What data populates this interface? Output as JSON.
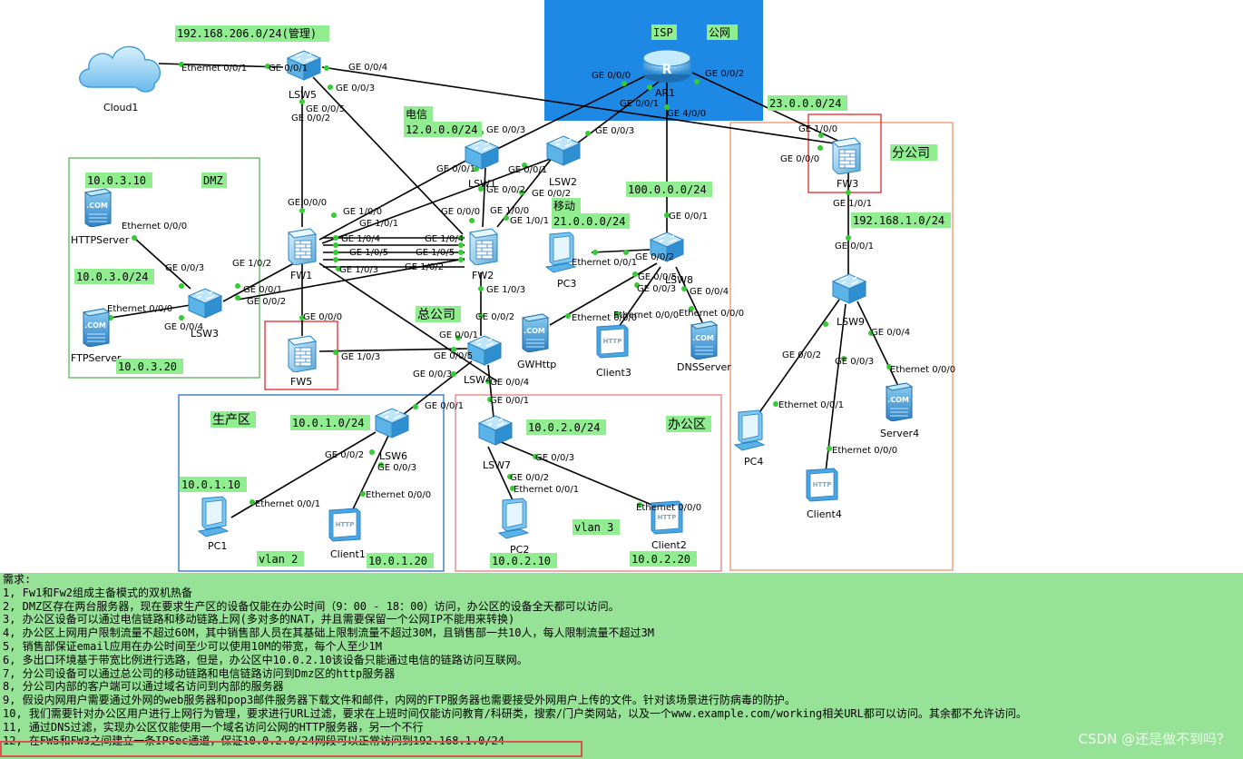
{
  "zones": {
    "isp": "ISP",
    "public_net": "公网",
    "dmz": "DMZ",
    "branch": "分公司",
    "hq": "总公司",
    "production": "生产区",
    "office": "办公区",
    "telecom": "电信",
    "mobile": "移动",
    "vlan2": "vlan 2",
    "vlan3": "vlan 3"
  },
  "nets": {
    "mgmt": "192.168.206.0/24(管理)",
    "telecom": "12.0.0.0/24",
    "mobile": "21.0.0.0/24",
    "isp_lan": "100.0.0.0/24",
    "branch_wan": "23.0.0.0/24",
    "branch_lan": "192.168.1.0/24",
    "dmz_server_ip": "10.0.3.10",
    "dmz_net": "10.0.3.0/24",
    "dmz_ftp_ip": "10.0.3.20",
    "prod_net": "10.0.1.0/24",
    "pc1_ip": "10.0.1.10",
    "client1_ip": "10.0.1.20",
    "office_net": "10.0.2.0/24",
    "pc2_ip": "10.0.2.10",
    "client2_ip": "10.0.2.20"
  },
  "devices": {
    "cloud1": "Cloud1",
    "lsw5": "LSW5",
    "ar1": "AR1",
    "lsw1": "LSW1",
    "lsw2": "LSW2",
    "fw1": "FW1",
    "fw2": "FW2",
    "fw3": "FW3",
    "fw5": "FW5",
    "lsw3": "LSW3",
    "lsw4": "LSW4",
    "lsw6": "LSW6",
    "lsw7": "LSW7",
    "lsw8": "LSW8",
    "lsw9": "LSW9",
    "http_server": "HTTPServer",
    "ftp_server": "FTPServer",
    "pc1": "PC1",
    "pc2": "PC2",
    "pc3": "PC3",
    "pc4": "PC4",
    "client1": "Client1",
    "client2": "Client2",
    "client3": "Client3",
    "client4": "Client4",
    "gwhttp": "GWHttp",
    "dns_server": "DNSServer",
    "server4": "Server4"
  },
  "ports": {
    "cloud_e001": "Ethernet 0/0/1",
    "lsw5_ge001": "GE 0/0/1",
    "lsw5_ge004": "GE 0/0/4",
    "lsw5_ge003": "GE 0/0/3",
    "lsw5_ge005": "GE 0/0/5",
    "lsw5_ge002": "GE 0/0/2",
    "ar1_ge000": "GE 0/0/0",
    "ar1_ge001": "GE 0/0/1",
    "ar1_ge002": "GE 0/0/2",
    "ar1_ge400": "GE 4/0/0",
    "fw3_ge100": "GE 1/0/0",
    "fw3_ge000": "GE 0/0/0",
    "fw3_ge101": "GE 1/0/1",
    "lsw1_ge003": "GE 0/0/3",
    "lsw1_ge001": "GE 0/0/1",
    "lsw1_ge002": "GE 0/0/2",
    "lsw2_ge003": "GE 0/0/3",
    "lsw2_ge001": "GE 0/0/1",
    "lsw2_ge002": "GE 0/0/2",
    "fw1_ge000": "GE 0/0/0",
    "fw1_ge100": "GE 1/0/0",
    "fw1_ge101": "GE 1/0/1",
    "fw1_ge104": "GE 1/0/4",
    "fw1_ge105": "GE 1/0/5",
    "fw1_ge102": "GE 1/0/2",
    "fw1_ge103": "GE 1/0/3",
    "fw2_ge000": "GE 0/0/0",
    "fw2_ge100": "GE 1/0/0",
    "fw2_ge101": "GE 1/0/1",
    "fw2_ge104": "GE 1/0/4",
    "fw2_ge105": "GE 1/0/5",
    "fw2_ge102": "GE 1/0/2",
    "fw2_ge103": "GE 1/0/3",
    "http_e000": "Ethernet 0/0/0",
    "lsw3_ge003": "GE 0/0/3",
    "lsw3_ge001": "GE 0/0/1",
    "lsw3_ge002": "GE 0/0/2",
    "lsw3_ge004": "GE 0/0/4",
    "ftp_e000": "Ethernet 0/0/0",
    "fw5_ge000": "GE 0/0/0",
    "fw5_ge103": "GE 1/0/3",
    "lsw4_ge002": "GE 0/0/2",
    "lsw4_ge001": "GE 0/0/1",
    "lsw4_ge005": "GE 0/0/5",
    "lsw4_ge003": "GE 0/0/3",
    "lsw4_ge004": "GE 0/0/4",
    "lsw6_ge001": "GE 0/0/1",
    "lsw6_ge002": "GE 0/0/2",
    "lsw6_ge003": "GE 0/0/3",
    "pc1_e001": "Ethernet 0/0/1",
    "client1_e000": "Ethernet 0/0/0",
    "lsw7_ge001": "GE 0/0/1",
    "lsw7_ge002": "GE 0/0/2",
    "lsw7_ge003": "GE 0/0/3",
    "pc2_e001": "Ethernet 0/0/1",
    "client2_e000": "Ethernet 0/0/0",
    "lsw8_ge001": "GE 0/0/1",
    "lsw8_ge002": "GE 0/0/2",
    "lsw8_ge005": "GE 0/0/5",
    "lsw8_ge003": "GE 0/0/3",
    "lsw8_ge004": "GE 0/0/4",
    "pc3_e001": "Ethernet 0/0/1",
    "gw_e000": "Ethernet 0/0/0",
    "client3_e000": "Ethernet 0/0/0",
    "dns_e000": "Ethernet 0/0/0",
    "lsw9_ge001": "GE 0/0/1",
    "lsw9_ge002": "GE 0/0/2",
    "lsw9_ge003": "GE 0/0/3",
    "lsw9_ge004": "GE 0/0/4",
    "pc4_e001": "Ethernet 0/0/1",
    "client4_e000": "Ethernet 0/0/0",
    "server4_e000": "Ethernet 0/0/0"
  },
  "requirements": [
    "需求:",
    "1, Fw1和Fw2组成主备模式的双机热备",
    "2, DMZ区存在两台服务器，现在要求生产区的设备仅能在办公时间（9：00 - 18：00）访问，办公区的设备全天都可以访问。",
    "3, 办公区设备可以通过电信链路和移动链路上网(多对多的NAT，并且需要保留一个公网IP不能用来转换)",
    "4, 办公区上网用户限制流量不超过60M，其中销售部人员在其基础上限制流量不超过30M，且销售部一共10人，每人限制流量不超过3M",
    "5, 销售部保证email应用在办公时间至少可以使用10M的带宽，每个人至少1M",
    "6, 多出口环境基于带宽比例进行选路，但是，办公区中10.0.2.10该设备只能通过电信的链路访问互联网。",
    "7, 分公司设备可以通过总公司的移动链路和电信链路访问到Dmz区的http服务器",
    "8, 分公司内部的客户端可以通过域名访问到内部的服务器",
    "9, 假设内网用户需要通过外网的web服务器和pop3邮件服务器下载文件和邮件，内网的FTP服务器也需要接受外网用户上传的文件。针对该场景进行防病毒的防护。",
    "10, 我们需要针对办公区用户进行上网行为管理，要求进行URL过滤，要求在上班时间仅能访问教育/科研类，搜索/门户类网站，以及一个www.example.com/working相关URL都可以访问。其余都不允许访问。",
    "11, 通过DNS过滤，实现办公区仅能使用一个域名访问公网的HTTP服务器，另一个不行",
    "12, 在FW5和FW3之间建立一条IPSec通道，保证10.0.2.0/24网段可以正常访问到192.168.1.0/24"
  ],
  "watermark": "CSDN @还是做不到吗？",
  "colors": {
    "isp_zone": "#1e88e5",
    "tag_bg": "#90ee90",
    "dmz_border": "#4caf50",
    "prod_border": "#1565c0",
    "office_border": "#e57373",
    "branch_border": "#ef8a5a",
    "highlight": "#e53935",
    "requirements_bg": "#96e296"
  }
}
